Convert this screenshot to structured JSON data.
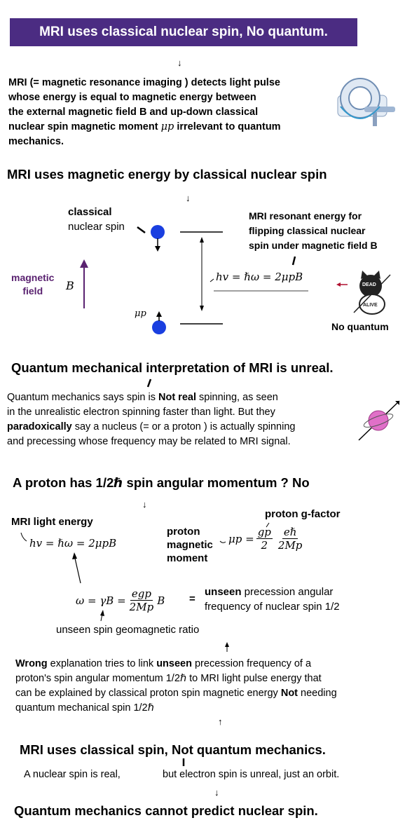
{
  "banner": {
    "title": "MRI uses classical nuclear spin, No quantum."
  },
  "intro": {
    "line1": "MRI (= magnetic resonance imaging ) detects light pulse",
    "line2": "whose energy is equal to magnetic energy between",
    "line3": "the external magnetic field B and up-down classical",
    "line4_pre": "nuclear spin magnetic moment ",
    "line4_sym": "μp",
    "line4_strong": "irrelevant",
    "line4_post": " to quantum",
    "line5": "mechanics."
  },
  "section1": {
    "heading": "MRI uses magnetic energy by classical nuclear spin",
    "classical_label_1": "classical",
    "classical_label_2": "nuclear spin",
    "resonant_1": "MRI resonant energy for",
    "resonant_2": "flipping classical nuclear",
    "resonant_3": "spin under magnetic field B",
    "magnetic_1": "magnetic",
    "magnetic_2": "field",
    "field_symbol": "B",
    "energy_equation": "hv = ℏω = 2μpB",
    "mu_p_symbol": "μp",
    "no_quantum": "No quantum",
    "cat_dead": "DEAD",
    "cat_alive": "ALIVE"
  },
  "section2": {
    "heading": "Quantum mechanical interpretation of MRI is unreal.",
    "line1_pre": "Quantum mechanics says spin is ",
    "line1_strong": "Not real",
    "line1_post": " spinning, as seen",
    "line2": "in the unrealistic electron spinning faster than light.  But they",
    "line3_strong": "paradoxically",
    "line3_post": " say a nucleus (= or a proton ) is actually spinning",
    "line4": "and precessing whose frequency may be related to MRI signal."
  },
  "section3": {
    "heading": "A proton has 1/2ℏ  spin angular momentum ?   No",
    "mri_light_energy": "MRI light energy",
    "energy_equation": "hv = ℏω = 2μpB",
    "g_factor_label": "proton g-factor",
    "proton_1": "proton",
    "proton_2": "magnetic",
    "proton_3": "moment",
    "mu_p_lhs": "μp =",
    "gp": "gp",
    "two": "2",
    "ehbar": "eℏ",
    "two_mp": "2Mp",
    "omega_lhs": "ω = γB =",
    "egp": "egp",
    "B": "B",
    "equals": "=",
    "unseen_1_strong": "unseen",
    "unseen_1_post": " precession angular",
    "unseen_2": "frequency of nuclear spin 1/2",
    "geomagnetic": "unseen spin geomagnetic ratio"
  },
  "section4": {
    "line1_strong": "Wrong",
    "line1_mid": " explanation tries to link ",
    "line1_strong2": "unseen",
    "line1_post": " precession frequency of a",
    "line2": "proton's spin angular momentum 1/2ℏ  to MRI light pulse energy that",
    "line3_pre": "can be explained by classical proton spin magnetic energy ",
    "line3_strong": "Not",
    "line3_post": " needing",
    "line4": "quantum mechanical spin 1/2ℏ"
  },
  "conclusion": {
    "heading1": "MRI uses classical spin, Not quantum mechanics.",
    "sub_left": "A nuclear spin is  real,",
    "sub_right": "but electron spin is unreal, just an orbit.",
    "heading2": "Quantum mechanics cannot predict nuclear spin."
  },
  "colors": {
    "banner_bg": "#4b2c82",
    "spin_dot": "#1a3fe0",
    "magnetic_label": "#5a2270",
    "sphere": "#e070c8"
  }
}
